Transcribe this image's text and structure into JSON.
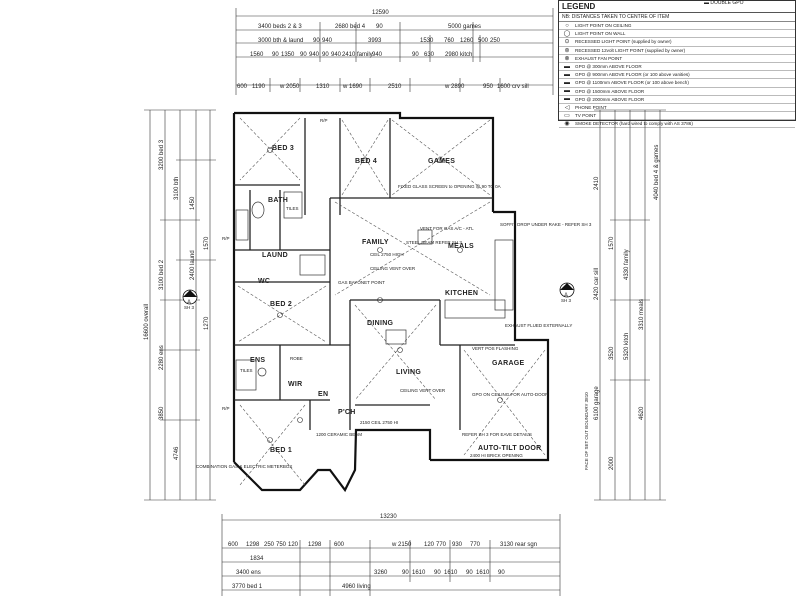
{
  "legend": {
    "title": "LEGEND",
    "top_note": "▬ DOUBLE GPO",
    "note": "NB: DISTANCES TAKEN TO CENTRE OF ITEM",
    "items": [
      {
        "icon": "light-point-ceiling",
        "symbol": "○",
        "label": "LIGHT POINT ON CEILING"
      },
      {
        "icon": "light-point-wall",
        "symbol": "◯",
        "label": "LIGHT POINT ON WALL"
      },
      {
        "icon": "recessed-light",
        "symbol": "⊙",
        "label": "RECESSED LIGHT POINT (supplied by owner)"
      },
      {
        "icon": "recessed-12volt",
        "symbol": "⊚",
        "label": "RECESSED 12volt LIGHT POINT (supplied by owner)"
      },
      {
        "icon": "exhaust-fan",
        "symbol": "⊗",
        "label": "EXHAUST FAN POINT"
      },
      {
        "icon": "gpo",
        "symbol": "▬",
        "label": "GPO @ 300mm ABOVE FLOOR"
      },
      {
        "icon": "gpo",
        "symbol": "▬",
        "label": "GPO @ 900mm ABOVE FLOOR (or 100 above vanities)"
      },
      {
        "icon": "gpo",
        "symbol": "▬",
        "label": "GPO @ 1100mm ABOVE FLOOR (or 100 above bench)"
      },
      {
        "icon": "gpo",
        "symbol": "▬",
        "label": "GPO @ 1500mm ABOVE FLOOR"
      },
      {
        "icon": "gpo",
        "symbol": "▬",
        "label": "GPO @ 2000mm ABOVE FLOOR"
      },
      {
        "icon": "phone-point",
        "symbol": "◁",
        "label": "PHONE POINT"
      },
      {
        "icon": "tv-point",
        "symbol": "▭",
        "label": "TV POINT"
      },
      {
        "icon": "smoke-detector",
        "symbol": "◉",
        "label": "SMOKE DETECTOR (hard wired to comply with AS 3786)"
      }
    ]
  },
  "rooms": [
    {
      "id": "bed3",
      "label": "BED 3"
    },
    {
      "id": "bed4",
      "label": "BED 4"
    },
    {
      "id": "games",
      "label": "GAMES"
    },
    {
      "id": "bath",
      "label": "BATH"
    },
    {
      "id": "laund",
      "label": "LAUND"
    },
    {
      "id": "family",
      "label": "FAMILY"
    },
    {
      "id": "meals",
      "label": "MEALS"
    },
    {
      "id": "kitchen",
      "label": "KITCHEN"
    },
    {
      "id": "bed2",
      "label": "BED 2"
    },
    {
      "id": "dining",
      "label": "DINING"
    },
    {
      "id": "ens",
      "label": "ENS"
    },
    {
      "id": "living",
      "label": "LIVING"
    },
    {
      "id": "garage",
      "label": "GARAGE"
    },
    {
      "id": "bed1",
      "label": "BED 1"
    },
    {
      "id": "wc",
      "label": "WC"
    },
    {
      "id": "porch",
      "label": "P'CH"
    },
    {
      "id": "en",
      "label": "EN"
    },
    {
      "id": "wir",
      "label": "WIR"
    }
  ],
  "top_dims": {
    "overall": "12590",
    "row1": [
      "3400 beds 2 & 3",
      "2680 bed 4",
      "90",
      "5000 games"
    ],
    "row2": [
      "3000 bth & laund",
      "90",
      "940",
      "3993",
      "1530",
      "760",
      "1260",
      "500",
      "250"
    ],
    "row3": [
      "1560",
      "90",
      "1350",
      "90",
      "940",
      "90",
      "940",
      "2410 family",
      "940",
      "90",
      "630",
      "2980 kitch"
    ],
    "row4": [
      "600",
      "1190",
      "w 2050",
      "1310",
      "w 1690",
      "2510",
      "w 2890",
      "950",
      "1600 crv sill"
    ]
  },
  "bottom_dims": {
    "overall": "13230",
    "row1": [
      "600",
      "1298",
      "250",
      "750",
      "120",
      "1298",
      "600",
      "w 2150",
      "120",
      "770",
      "930",
      "770",
      "3130 rear sgn"
    ],
    "row1_sub": "1834",
    "row2": [
      "3400 ens",
      "3260",
      "90",
      "1610",
      "90",
      "1610",
      "90",
      "1610",
      "90"
    ],
    "row3": [
      "3770 bed 1",
      "4960 living"
    ]
  },
  "left_dims": {
    "overall": "16600 overall",
    "segments": [
      "3200 bed 3",
      "3100 bed 2",
      "2280 ens",
      "3850",
      "4746",
      "3100 bth",
      "1450",
      "2400 laund",
      "1570",
      "1270"
    ]
  },
  "right_dims": {
    "segments": [
      "4040 bed 4 & games",
      "2410",
      "4330 family",
      "2420 car sill",
      "3310 meals",
      "1570",
      "6100 garage",
      "5320 kitch",
      "3520",
      "4620",
      "2000"
    ]
  },
  "section_marker": {
    "letter": "A",
    "sheet": "SH 3"
  },
  "annotations": [
    "FIXED GLASS SCREEN to OPENING @ 90 TO 0A",
    "SOFFIT DROP UNDER RAKE - REFER SH 3",
    "VENT FOR GAS A/C - ATL",
    "CEIL 2750 HIGH",
    "STEEL BEAM REFER SH 3",
    "CEILING VENT OVER",
    "GAS BAYONET POINT",
    "CEILING VENT OVER",
    "EXHAUST FLUED EXTERNALLY",
    "VERT POS FLASHING",
    "GPO ON CEILING FOR AUTO-DOOR",
    "REFER SH 3 FOR EAVE DETAILS",
    "AUTO-TILT DOOR",
    "2400 HI BRICK OPENING",
    "COMBINATION GAS & ELECTRIC METERBOX",
    "FACE OF SET OUT BOUNDARY 3810",
    "2150 CEIL 2750 HI",
    "1200 CERAMIC BEAM",
    "ROBE"
  ],
  "scale_labels": [
    "R/P",
    "R/P",
    "R/P",
    "TILES",
    "TILES"
  ]
}
